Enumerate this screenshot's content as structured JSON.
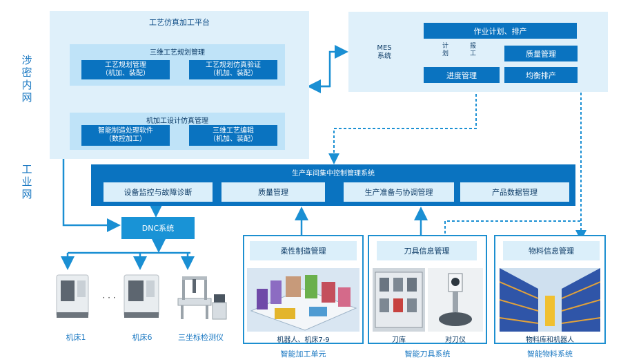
{
  "side_labels": {
    "top": "涉密内网",
    "bottom": "工业网"
  },
  "platform": {
    "title": "工艺仿真加工平台",
    "group1": {
      "title": "三维工艺规划管理",
      "left": [
        "工艺规划管理",
        "（机加、装配）"
      ],
      "right": [
        "工艺规划仿真验证",
        "（机加、装配）"
      ]
    },
    "group2": {
      "title": "机加工设计仿真管理",
      "left": [
        "智能制造处理软件",
        "（数控加工）"
      ],
      "right": [
        "三维工艺编辑",
        "（机加、装配）"
      ]
    }
  },
  "mes": {
    "label": [
      "MES",
      "系统"
    ],
    "plan": "作业计划、排产",
    "plan_vertical": "计划",
    "report_vertical": "报工",
    "quality": "质量管理",
    "progress": "进度管理",
    "balance": "均衡排产"
  },
  "central": {
    "title": "生产车间集中控制管理系统",
    "modules": [
      "设备监控与故障诊断",
      "质量管理",
      "生产准备与协调管理",
      "产品数据管理"
    ]
  },
  "dnc": "DNC系统",
  "machines": [
    {
      "label": "机床1"
    },
    {
      "label": "机床6"
    },
    {
      "label": "三坐标检测仪"
    }
  ],
  "dots": "·  ·  ·",
  "cells": [
    {
      "title": "柔性制造管理",
      "caption": "机器人、机床7-9",
      "footer": "智能加工单元"
    },
    {
      "title": "刀具信息管理",
      "captions": [
        "刀库",
        "对刀仪"
      ],
      "footer": "智能刀具系统"
    },
    {
      "title": "物料信息管理",
      "caption": "物料库和机器人",
      "footer": "智能物料系统"
    }
  ],
  "colors": {
    "dark": "#0a73c0",
    "panel": "#dff0fa",
    "line": "#1a8fd3"
  }
}
